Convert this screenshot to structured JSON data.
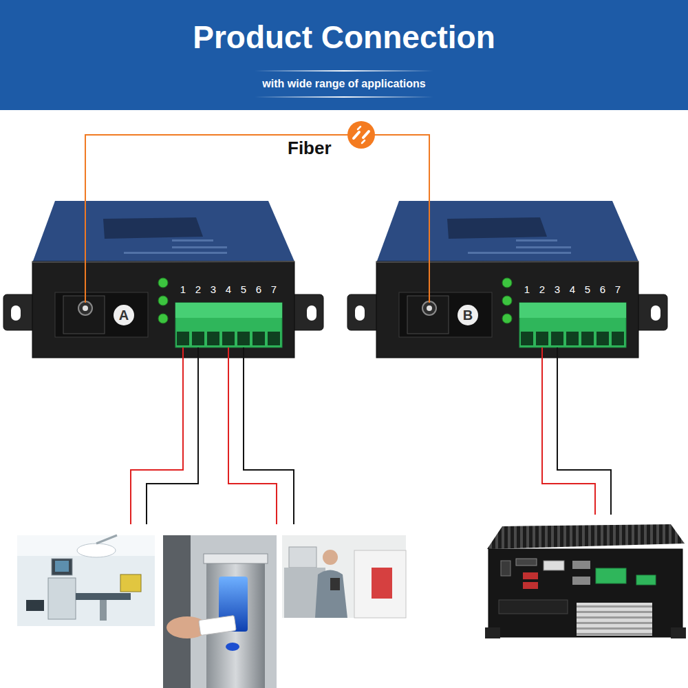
{
  "diagram": {
    "title": "Product Connection",
    "nodes": [
      {
        "text": [
          "A"
        ]
      },
      {
        "text": [
          "B"
        ]
      }
    ],
    "edges": [
      {
        "from": 0,
        "to": 1,
        "arrow": "none",
        "label": "Fiber"
      }
    ],
    "labels": [
      "with wide range of applications",
      "1",
      "2",
      "3",
      "4",
      "5",
      "6",
      "7",
      "1",
      "2",
      "3",
      "4",
      "5",
      "6",
      "7"
    ]
  }
}
